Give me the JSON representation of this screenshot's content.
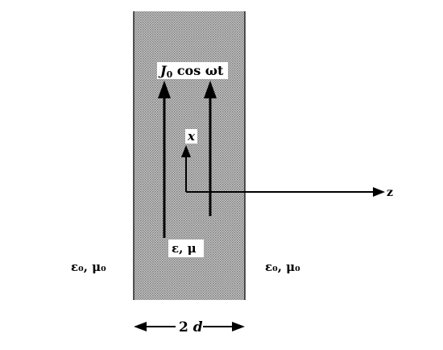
{
  "diagram": {
    "current_label_main": "J",
    "current_label_sub": "0",
    "current_label_rest": " cos ωt",
    "x_axis_label": "x",
    "z_axis_label": "z",
    "slab_material_label": "ε, μ",
    "left_medium_label": "ε₀, μ₀",
    "right_medium_label": "ε₀, μ₀",
    "thickness_label": "2d",
    "slab_color": "#a9a9a9",
    "line_color": "#000000"
  }
}
